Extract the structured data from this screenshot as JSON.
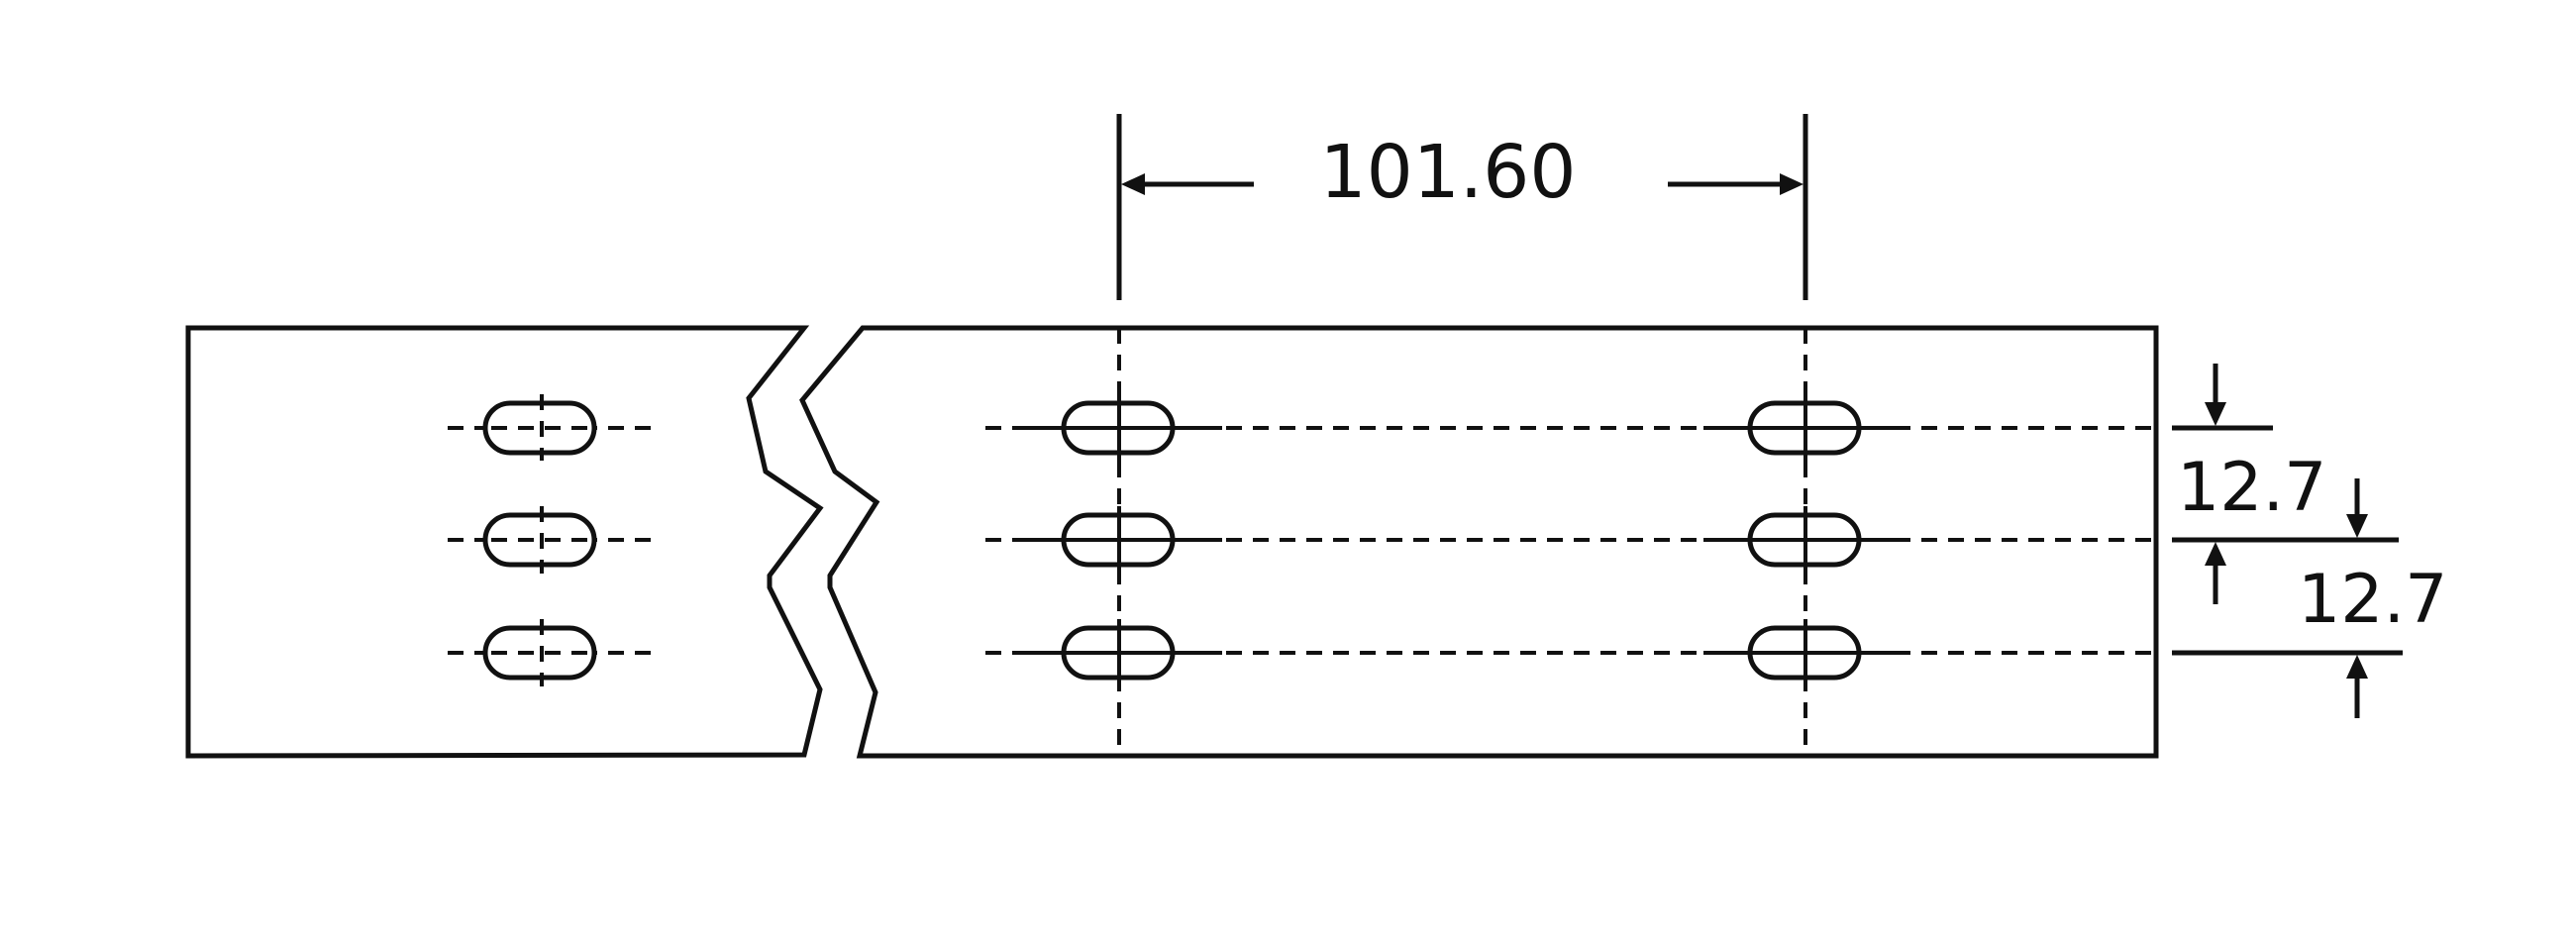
{
  "dimensions": {
    "horizontal_pitch": "101.60",
    "vertical_pitch_1": "12.7",
    "vertical_pitch_2": "12.7"
  },
  "colors": {
    "stroke": "#111111",
    "background": "#ffffff"
  }
}
